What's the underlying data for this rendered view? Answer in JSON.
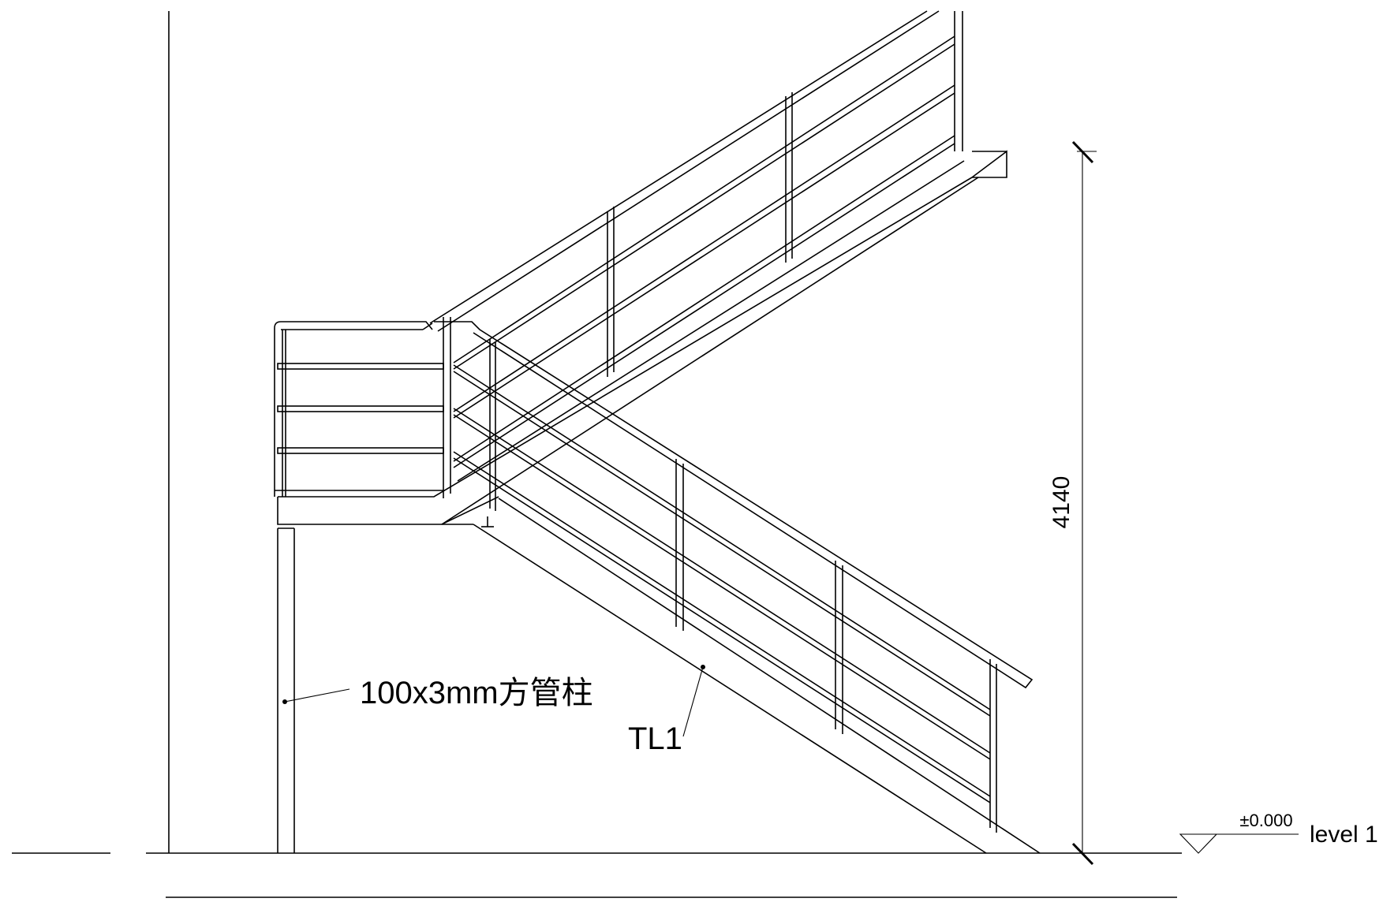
{
  "labels": {
    "column_note": "100x3mm方管柱",
    "beam_tag": "TL1",
    "dimension_height": "4140",
    "elevation_value": "±0.000",
    "elevation_level": "level 1"
  }
}
